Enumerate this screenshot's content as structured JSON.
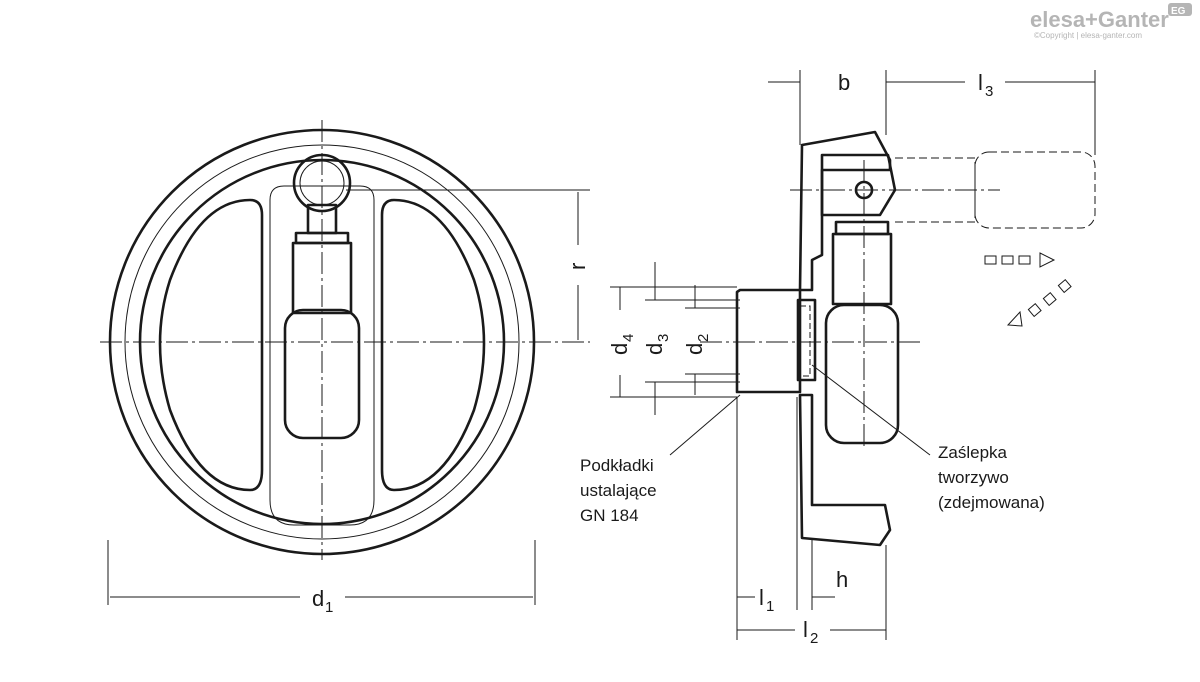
{
  "logo": {
    "brand": "elesa+Ganter",
    "badge": "EG",
    "copyright": "©Copyright | elesa-ganter.com"
  },
  "dimensions": {
    "d1": {
      "main": "d",
      "sub": "1"
    },
    "r": {
      "main": "r"
    },
    "d4": {
      "main": "d",
      "sub": "4"
    },
    "d3": {
      "main": "d",
      "sub": "3"
    },
    "d2": {
      "main": "d",
      "sub": "2"
    },
    "b": {
      "main": "b"
    },
    "l3": {
      "main": "l",
      "sub": "3"
    },
    "h": {
      "main": "h"
    },
    "l1": {
      "main": "l",
      "sub": "1"
    },
    "l2": {
      "main": "l",
      "sub": "2"
    }
  },
  "notes": {
    "washers": [
      "Podkładki",
      "ustalające",
      "GN 184"
    ],
    "cap": [
      "Zaślepka",
      "tworzywo",
      "(zdejmowana)"
    ]
  }
}
